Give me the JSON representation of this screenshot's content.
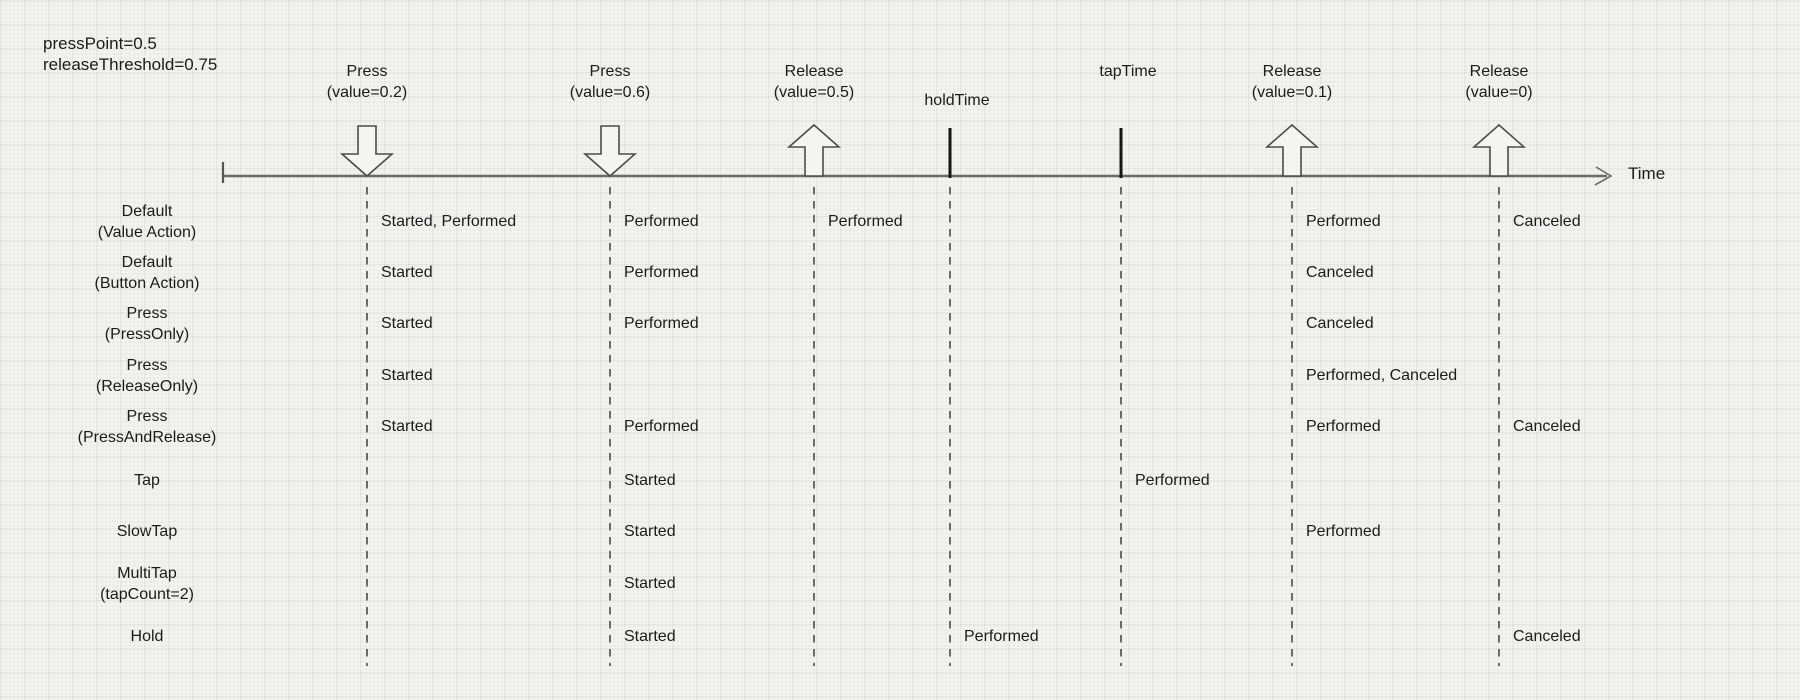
{
  "header": {
    "press_point": "pressPoint=0.5",
    "release_threshold": "releaseThreshold=0.75"
  },
  "timeline": {
    "time_label": "Time"
  },
  "colors": {
    "ink": "#4c4c4c",
    "axis": "#6a6a6a",
    "tick": "#161616",
    "arrow_fill": "#f4f4f3",
    "background": "#f2f2f1"
  },
  "events": [
    {
      "name": "press-value-0.2",
      "type": "press-down-arrow",
      "label1": "Press",
      "label2": "(value=0.2)"
    },
    {
      "name": "press-value-0.6",
      "type": "press-down-arrow",
      "label1": "Press",
      "label2": "(value=0.6)"
    },
    {
      "name": "release-value-0.5",
      "type": "release-up-arrow",
      "label1": "Release",
      "label2": "(value=0.5)"
    },
    {
      "name": "hold-time",
      "type": "threshold-tick",
      "label1": "holdTime"
    },
    {
      "name": "tap-time",
      "type": "threshold-tick",
      "label1": "tapTime"
    },
    {
      "name": "release-value-0.1",
      "type": "release-up-arrow",
      "label1": "Release",
      "label2": "(value=0.1)"
    },
    {
      "name": "release-value-0",
      "type": "release-up-arrow",
      "label1": "Release",
      "label2": "(value=0)"
    }
  ],
  "rows": [
    {
      "label1": "Default",
      "label2": "(Value Action)",
      "cells": {
        "c1": "Started, Performed",
        "c2": "Performed",
        "c3": "Performed",
        "c6": "Performed",
        "c7": "Canceled"
      }
    },
    {
      "label1": "Default",
      "label2": "(Button Action)",
      "cells": {
        "c1": "Started",
        "c2": "Performed",
        "c6": "Canceled"
      }
    },
    {
      "label1": "Press",
      "label2": "(PressOnly)",
      "cells": {
        "c1": "Started",
        "c2": "Performed",
        "c6": "Canceled"
      }
    },
    {
      "label1": "Press",
      "label2": "(ReleaseOnly)",
      "cells": {
        "c1": "Started",
        "c6": "Performed, Canceled"
      }
    },
    {
      "label1": "Press",
      "label2": "(PressAndRelease)",
      "cells": {
        "c1": "Started",
        "c2": "Performed",
        "c6": "Performed",
        "c7": "Canceled"
      }
    },
    {
      "label1": "Tap",
      "cells": {
        "c2": "Started",
        "c5": "Performed"
      }
    },
    {
      "label1": "SlowTap",
      "cells": {
        "c2": "Started",
        "c6": "Performed"
      }
    },
    {
      "label1": "MultiTap",
      "label2": "(tapCount=2)",
      "cells": {
        "c2": "Started"
      }
    },
    {
      "label1": "Hold",
      "cells": {
        "c2": "Started",
        "c4": "Performed",
        "c7": "Canceled"
      }
    }
  ]
}
